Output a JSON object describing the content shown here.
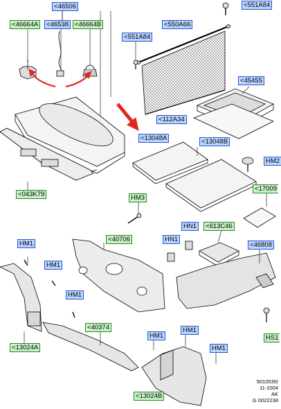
{
  "callouts": {
    "c46506": "46506",
    "c551a84_top": "551A84",
    "c46664a": "46664A",
    "c46538": "46538",
    "c46664b": "46664B",
    "c550a66": "550A66",
    "c551a84": "551A84",
    "c45455": "45455",
    "c112a34": "112A34",
    "c13048a": "13048A",
    "c13048b": "13048B",
    "c043k79": "043K79",
    "chm2": "HM2",
    "c17009": "17009",
    "chm3": "HM3",
    "c40706": "40706",
    "chn1a": "HN1",
    "c613c46": "613C46",
    "chm1a": "HM1",
    "chn1b": "HN1",
    "c46808": "46808",
    "chm1b": "HM1",
    "chm1c": "HM1",
    "c40374": "40374",
    "c13024a": "13024A",
    "chm1d": "HM1",
    "chm1e": "HM1",
    "chm1f": "HM1",
    "chs1": "HS1",
    "c13024b": "13024B"
  },
  "footer": {
    "line1": "5010535/",
    "line2": "11-2004",
    "line3": "AK",
    "line4": "G 0022238"
  },
  "colors": {
    "blue_callout": "#b9d6ff",
    "green_callout": "#c9f2c9",
    "arrow_red": "#e0281e"
  }
}
